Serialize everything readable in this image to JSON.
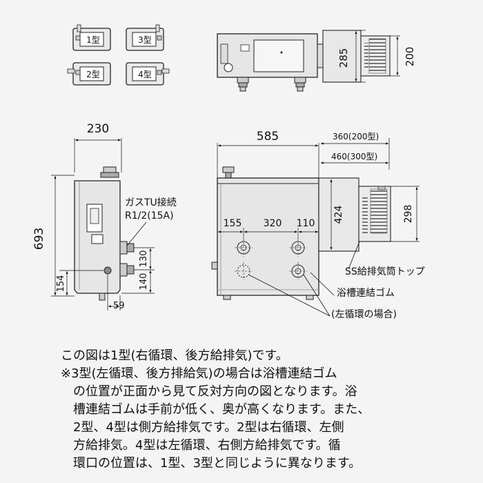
{
  "types": [
    "1型",
    "3型",
    "2型",
    "4型"
  ],
  "dims": {
    "width": "230",
    "height": "693",
    "h154": "154",
    "d59": "59",
    "d130": "130",
    "d140": "140",
    "depth": "585",
    "vent360": "360(200型)",
    "vent460": "460(300型)",
    "v424": "424",
    "v298": "298",
    "s155": "155",
    "s320": "320",
    "s110": "110",
    "top285": "285",
    "top200": "200"
  },
  "labels": {
    "gas_line1": "ガスTU接続",
    "gas_line2": "R1/2(15A)",
    "ss_top": "SS給排気筒トップ",
    "rubber": "浴槽連結ゴム",
    "left_circ": "(左循環の場合)"
  },
  "notes": [
    "この図は1型(右循環、後方給排気)です。",
    "※3型(左循環、後方排給気)の場合は浴槽連結ゴム",
    "の位置が正面から見て反対方向の図となります。浴",
    "槽連結ゴムは手前が低く、奥が高くなります。また、",
    "2型、4型は側方給排気です。2型は右循環、左側",
    "方給排気。4型は左循環、右側方給排気です。循",
    "環口の位置は、1型、3型と同じように異なります。"
  ]
}
